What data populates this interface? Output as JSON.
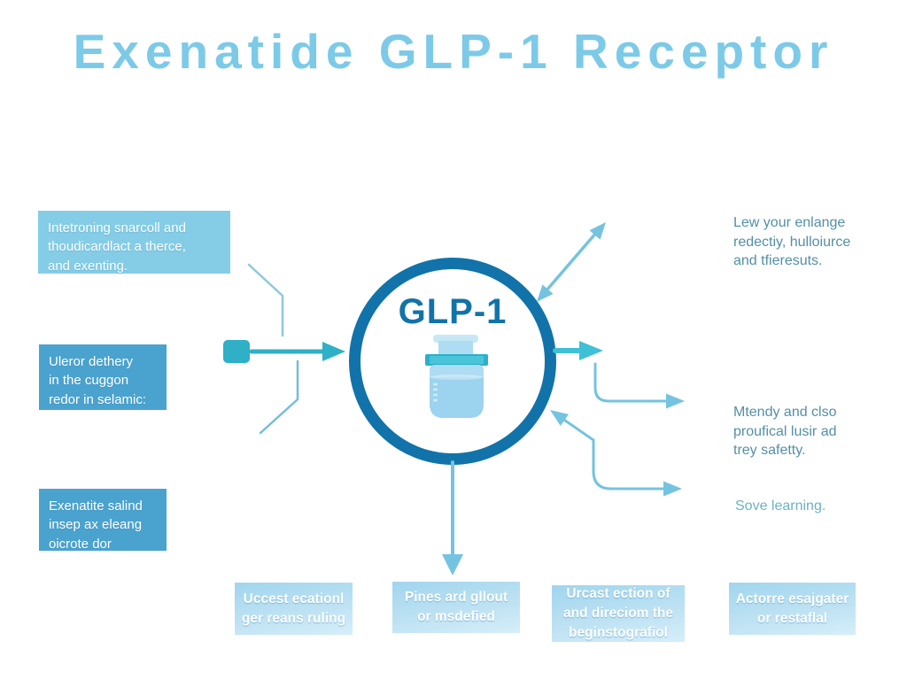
{
  "title": "Exenatide GLP-1 Receptor",
  "center": {
    "label": "GLP-1",
    "icon": "vial-icon"
  },
  "left_boxes": [
    {
      "lines": [
        "Intetroning snarcoll and",
        "thoudicardlact a therce,",
        "and exenting."
      ]
    },
    {
      "lines": [
        "Uleror dethery",
        "in the cuggon",
        "redor in selamic:"
      ]
    },
    {
      "lines": [
        "Exenatite salind",
        "insep ax eleang",
        "oicrote dor"
      ]
    }
  ],
  "right_notes": [
    {
      "lines": [
        "Lew your enlange",
        "redectiy, hulloiurce",
        "and tfieresuts."
      ]
    },
    {
      "lines": [
        "Mtendy and clso",
        "proufical lusir ad",
        "trey safetty."
      ]
    },
    {
      "lines": [
        "Sove learning."
      ]
    }
  ],
  "bottom_boxes": [
    {
      "lines": [
        "Uccest ecationl",
        "ger reans ruling"
      ]
    },
    {
      "lines": [
        "Pines ard gllout",
        "or msdefied"
      ]
    },
    {
      "lines": [
        "Urcast ection of",
        "and direciom the",
        "beginstografiol"
      ]
    },
    {
      "lines": [
        "Actorre esajgater",
        "or restaflal"
      ]
    }
  ],
  "colors": {
    "title": "#7ccae8",
    "ring": "#1173a9",
    "teal": "#2fb0c6",
    "teal-bright": "#3fc0d6",
    "arrow-blue": "#74c3e0",
    "line-gray-blue": "#8ec8de",
    "box-light": "#85cde6",
    "box-mid": "#4aa2cf",
    "grad-top": "#a0d5ee",
    "grad-bottom": "#d6eefa",
    "note-text": "#548fa6",
    "vial-body": "#aedcf2",
    "vial-liquid": "#9cd3ee",
    "vial-band": "#2cb0c9",
    "vial-rim": "#c6e8f6"
  }
}
